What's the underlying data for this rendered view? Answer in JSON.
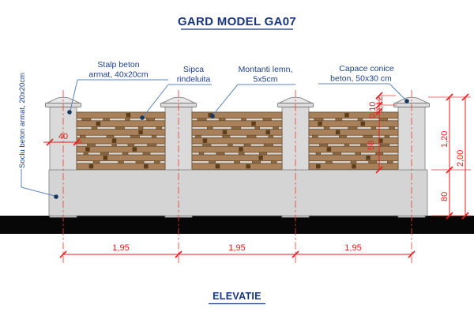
{
  "title": "GARD MODEL GA07",
  "view_label": "ELEVATIE",
  "labels": {
    "stalp_line1": "Stalp beton",
    "stalp_line2": "armat, 40x20cm",
    "sipca_line1": "Sipca",
    "sipca_line2": "rindeluita",
    "montanti_line1": "Montanti lemn,",
    "montanti_line2": "5x5cm",
    "capace_line1": "Capace conice",
    "capace_line2": "beton, 50x30 cm",
    "soclu": "Soclu beton armat, 20x20cm"
  },
  "dimensions": {
    "pillar_width": "40",
    "cap_height": "0,12",
    "pillar_top_offset": "0,10",
    "panel_height": "98",
    "upper_height": "1,20",
    "total_height": "2,00",
    "base_height": "80",
    "bay1": "1,95",
    "bay2": "1,95",
    "bay3": "1,95"
  },
  "colors": {
    "title_blue": "#17357f",
    "label_blue": "#1d4289",
    "dimension_red": "#e81e1e",
    "leader_blue": "#5b86b8",
    "dot_navy": "#17375e",
    "wood_board": "#a8815a",
    "wood_edge": "#6d4e2e",
    "wood_knot": "#5d3e1b",
    "wood_gap_piece": "#8a6a45",
    "panel_background": "#d8d4d0",
    "pillar_gray": "#dadada",
    "ground_black": "#070707"
  },
  "texture": {
    "board_count": 7,
    "gap_rows": [
      [
        [
          0.06,
          0.1
        ],
        [
          0.3,
          0.07
        ],
        [
          0.55,
          0.05
        ],
        [
          0.79,
          0.09
        ]
      ],
      [
        [
          0.17,
          0.06
        ],
        [
          0.44,
          0.1
        ],
        [
          0.7,
          0.05
        ],
        [
          0.9,
          0.06
        ]
      ],
      [
        [
          0.04,
          0.06
        ],
        [
          0.34,
          0.08
        ],
        [
          0.61,
          0.1
        ],
        [
          0.85,
          0.05
        ]
      ],
      [
        [
          0.12,
          0.09
        ],
        [
          0.4,
          0.05
        ],
        [
          0.58,
          0.07
        ],
        [
          0.8,
          0.1
        ]
      ],
      [
        [
          0.08,
          0.05
        ],
        [
          0.27,
          0.09
        ],
        [
          0.52,
          0.06
        ],
        [
          0.75,
          0.08
        ]
      ],
      [
        [
          0.19,
          0.07
        ],
        [
          0.47,
          0.06
        ],
        [
          0.67,
          0.09
        ],
        [
          0.88,
          0.06
        ]
      ]
    ],
    "knots": [
      [
        [
          0.56,
          0
        ],
        [
          0.22,
          1
        ],
        [
          0.7,
          2
        ],
        [
          0.4,
          3
        ],
        [
          0.1,
          4
        ],
        [
          0.63,
          4
        ],
        [
          0.3,
          5
        ],
        [
          0.76,
          6
        ],
        [
          0.14,
          6
        ]
      ],
      [
        [
          0.18,
          0
        ],
        [
          0.66,
          1
        ],
        [
          0.34,
          2
        ],
        [
          0.82,
          2
        ],
        [
          0.12,
          3
        ],
        [
          0.52,
          4
        ],
        [
          0.74,
          5
        ],
        [
          0.26,
          6
        ],
        [
          0.6,
          6
        ]
      ],
      [
        [
          0.4,
          0
        ],
        [
          0.1,
          1
        ],
        [
          0.58,
          1
        ],
        [
          0.3,
          2
        ],
        [
          0.78,
          3
        ],
        [
          0.2,
          4
        ],
        [
          0.64,
          5
        ],
        [
          0.08,
          6
        ],
        [
          0.48,
          6
        ]
      ]
    ]
  }
}
